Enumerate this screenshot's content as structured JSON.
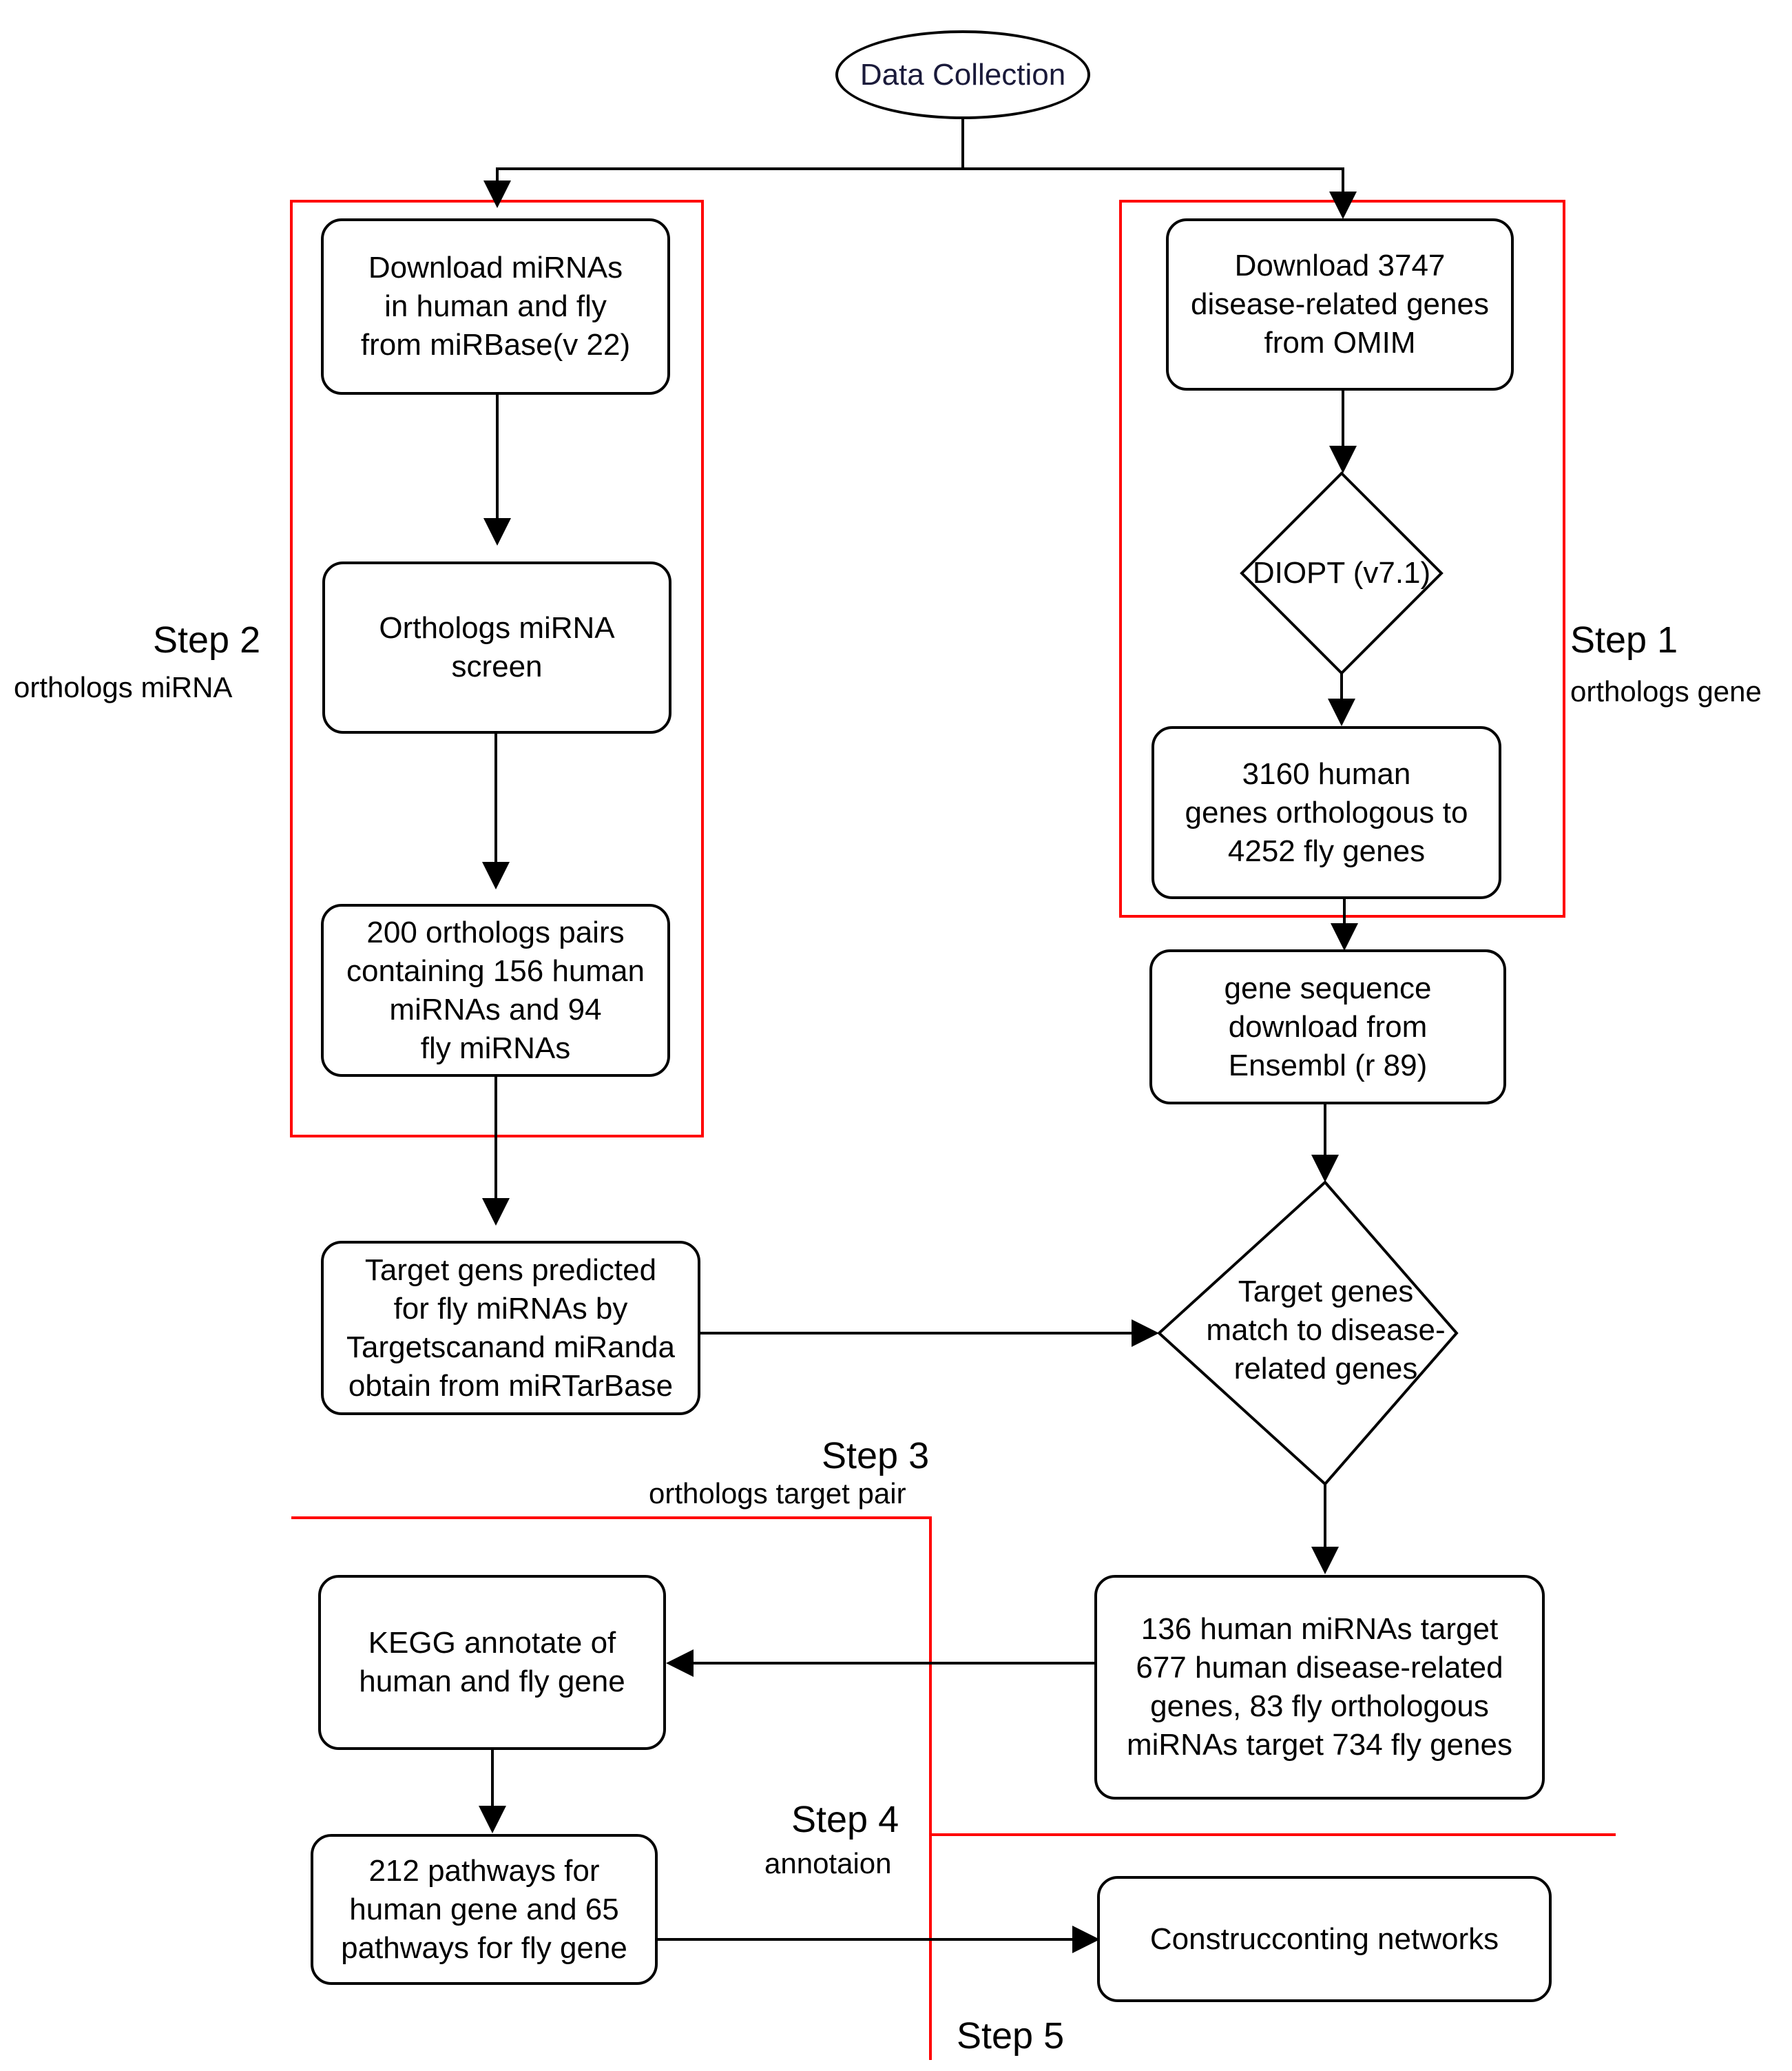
{
  "nodes": {
    "data_collection": "Data Collection",
    "download_mirnas": "Download miRNAs\nin human and fly\nfrom miRBase(v 22)",
    "orthologs_screen": "Orthologs miRNA\nscreen",
    "ortholog_pairs": "200 orthologs pairs\ncontaining 156 human\nmiRNAs and 94\nfly miRNAs",
    "target_predicted": "Target gens predicted\nfor  fly miRNAs by\nTargetscanand miRanda\nobtain from miRTarBase",
    "download_genes": "Download 3747\ndisease-related genes\nfrom OMIM",
    "diopt": "DIOPT (v7.1)",
    "human_genes": "3160 human\ngenes orthologous to\n4252 fly genes",
    "gene_sequence": "gene sequence\ndownload from\nEnsembl (r 89)",
    "target_match": "Target genes\nmatch to disease-\nrelated genes",
    "mirnas_target": "136 human miRNAs target\n677 human disease-related\ngenes, 83 fly orthologous\nmiRNAs target 734 fly genes",
    "kegg": "KEGG annotate of\nhuman and fly gene",
    "pathways": "212 pathways for\nhuman gene and 65\npathways for fly gene",
    "networks": "Construcconting networks"
  },
  "steps": {
    "step1": {
      "title": "Step 1",
      "subtitle": "orthologs gene"
    },
    "step2": {
      "title": "Step 2",
      "subtitle": "orthologs miRNA"
    },
    "step3": {
      "title": "Step 3",
      "subtitle": "orthologs target pair"
    },
    "step4": {
      "title": "Step 4",
      "subtitle": "annotaion"
    },
    "step5": {
      "title": "Step 5"
    }
  },
  "colors": {
    "line": "#000000",
    "region": "#ff0000",
    "title_text": "#1a1a3a"
  }
}
